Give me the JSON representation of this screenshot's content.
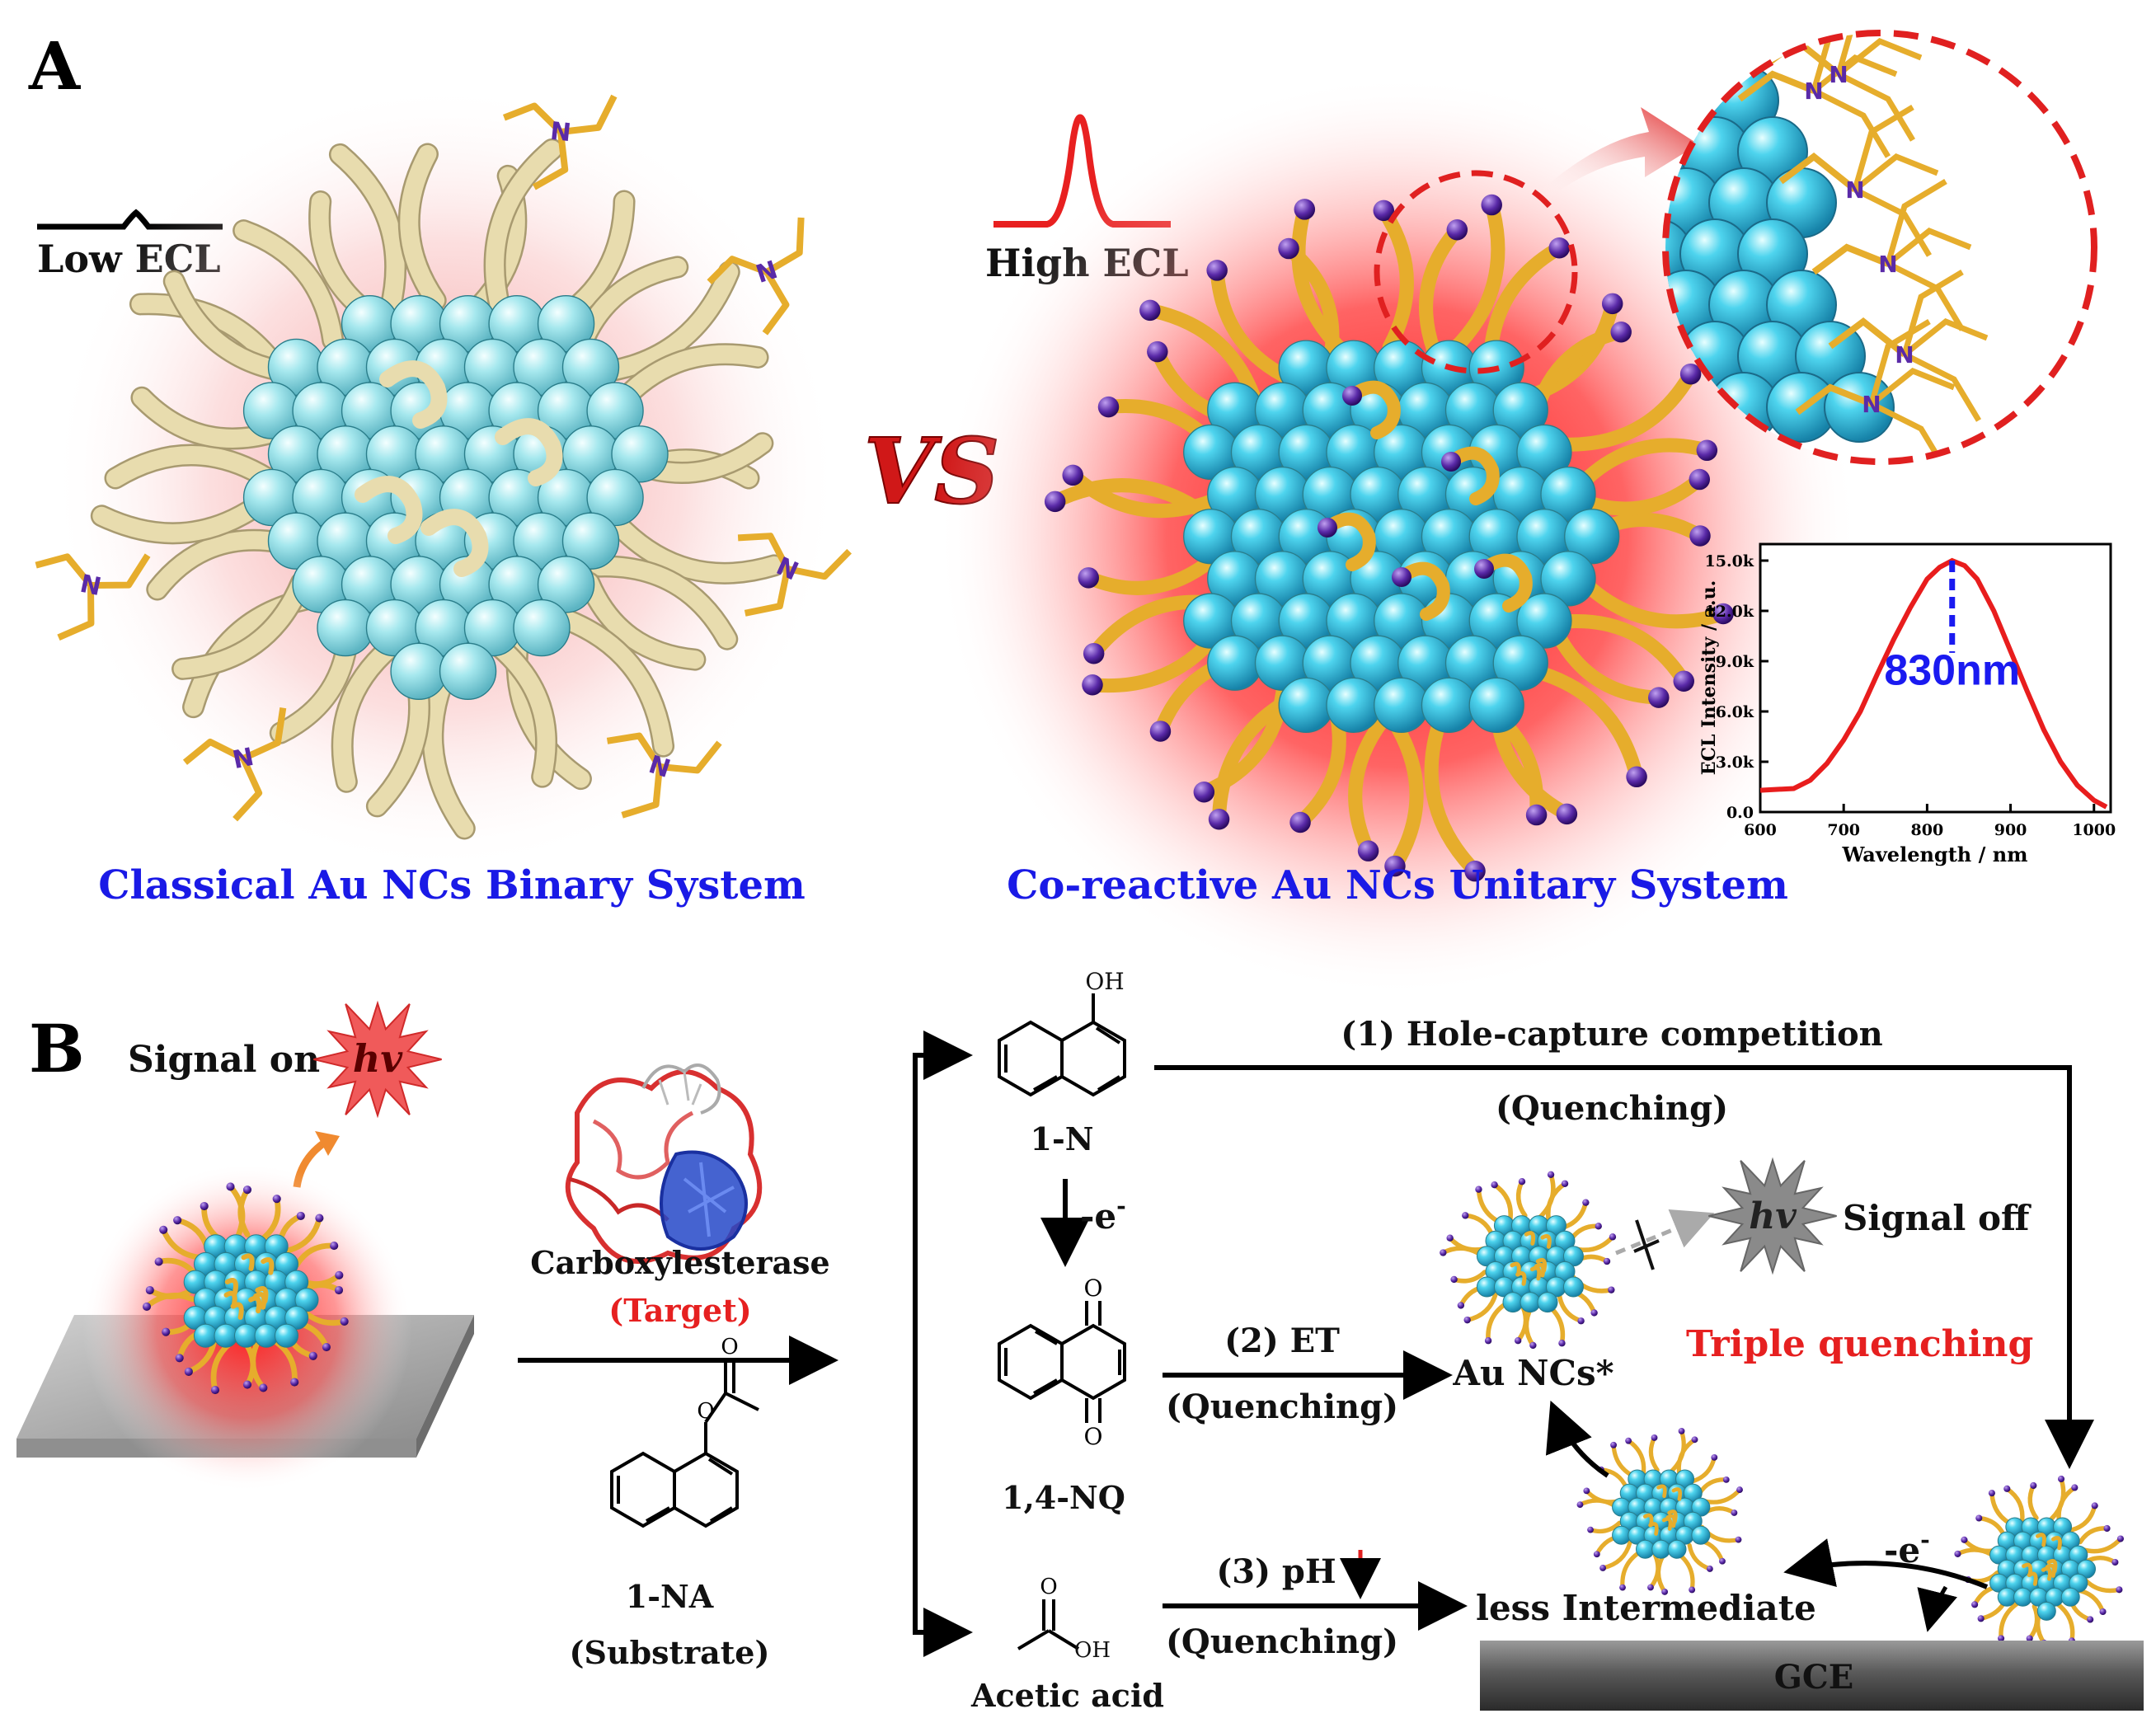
{
  "panel_a": {
    "label": "A",
    "low_ecl": "Low ECL",
    "high_ecl": "High ECL",
    "vs": "VS",
    "binary_system": "Classical Au NCs Binary System",
    "unitary_system": "Co-reactive Au NCs Unitary System",
    "amine_atom": "N"
  },
  "panel_b": {
    "label": "B",
    "signal_on": "Signal on",
    "hv": "hv",
    "enzyme": "Carboxylesterase",
    "target": "(Target)",
    "substrate_name": "1-NA",
    "substrate_role": "(Substrate)",
    "oh": "OH",
    "naphthol": "1-N",
    "oxidation": "-e",
    "oxidation_sup": "-",
    "nq": "1,4-NQ",
    "acetic": "Acetic acid",
    "acetic_oh": "OH",
    "path1": "(1) Hole-capture competition",
    "path2": "(2) ET",
    "path3": "(3) pH",
    "quenching": "(Quenching)",
    "au_ncs_star": "Au NCs*",
    "signal_off": "Signal off",
    "triple": "Triple quenching",
    "less_intermediate": "less Intermediate",
    "electron": "-e",
    "electron_sup": "-",
    "gce": "GCE"
  },
  "chart_data": {
    "type": "line",
    "xlabel": "Wavelength / nm",
    "ylabel": "ECL Intensity / a.u.",
    "xlim": [
      600,
      1020
    ],
    "ylim": [
      0,
      15000
    ],
    "xticks": [
      "600",
      "700",
      "800",
      "900",
      "1000"
    ],
    "yticks": [
      "0.0",
      "3.0k",
      "6.0k",
      "9.0k",
      "12.0k",
      "15.0k"
    ],
    "peak_label": "830nm",
    "peak_x": 830,
    "x": [
      600,
      640,
      660,
      680,
      700,
      720,
      740,
      760,
      780,
      800,
      815,
      830,
      845,
      860,
      880,
      900,
      920,
      940,
      960,
      980,
      1000,
      1015
    ],
    "y": [
      1300,
      1400,
      1900,
      2900,
      4300,
      6000,
      8200,
      10300,
      12200,
      13900,
      14600,
      15000,
      14700,
      13900,
      12000,
      9600,
      7200,
      4900,
      3000,
      1600,
      700,
      300
    ],
    "line_color": "#e81d1d",
    "peak_marker_color": "#1a1af0"
  },
  "colors": {
    "label_blue": "#1a1ae6",
    "red": "#e62020",
    "gold": "#e6ad2c",
    "cluster": "#4ec8e2",
    "ligand_pale": "#ece2b8",
    "amine_purple": "#5a2aa8"
  }
}
